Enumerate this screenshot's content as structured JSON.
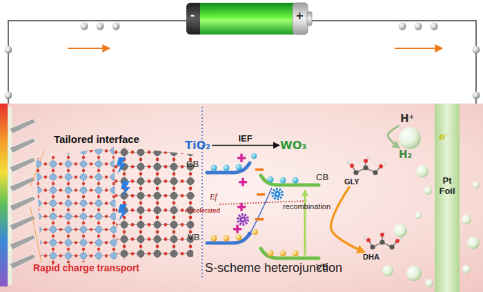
{
  "diagram": {
    "nodes": [
      {
        "text": [
          "TiO₂"
        ]
      },
      {
        "text": [
          "WO₃"
        ]
      },
      {
        "text": [
          "GLY"
        ]
      },
      {
        "text": [
          "DHA"
        ]
      },
      {
        "text": [
          "H⁺"
        ]
      },
      {
        "text": [
          "H₂"
        ]
      },
      {
        "text": [
          "Pt Foil"
        ]
      }
    ],
    "edges": [
      {
        "from": 0,
        "to": 1,
        "label": "IEF",
        "arrow": "to"
      },
      {
        "from": 2,
        "to": 3,
        "arrow": "to"
      },
      {
        "from": 4,
        "to": 5,
        "arrow": "to"
      }
    ],
    "labels": [
      "-",
      "+",
      "Tailored interface",
      "Rapid charge transport",
      "S-scheme heterojunction",
      "CB",
      "CB",
      "VB",
      "VB",
      "Ef",
      "Accelerated",
      "recombination",
      "e⁻"
    ]
  }
}
